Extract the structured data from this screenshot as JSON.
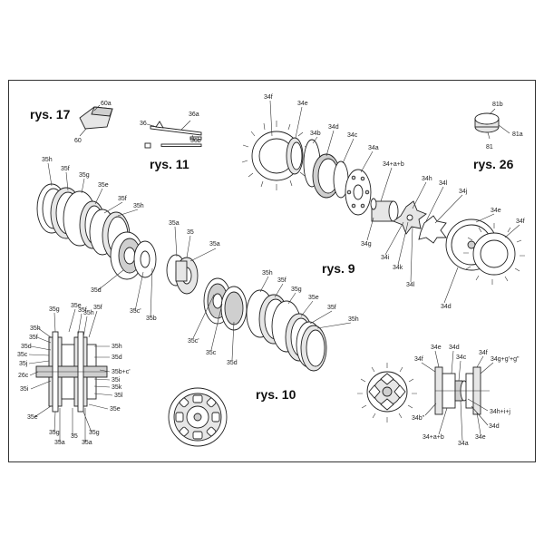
{
  "figures": {
    "rys17": "rys. 17",
    "rys11": "rys. 11",
    "rys26": "rys. 26",
    "rys9": "rys. 9",
    "rys10": "rys. 10"
  },
  "labels": {
    "l60a": "60a",
    "l60": "60",
    "l36": "36",
    "l36a": "36a",
    "l36b": "36b",
    "l81b": "81b",
    "l81a": "81a",
    "l81": "81",
    "l34f_top": "34f",
    "l34e_top": "34e",
    "l34b_top": "34b",
    "l34d_top": "34d",
    "l34c_top": "34c",
    "l34a_top": "34a",
    "l34ab_top": "34+a+b",
    "l34h": "34h",
    "l34l_top": "34l",
    "l34j": "34j",
    "l34e_r": "34e",
    "l34f_r": "34f",
    "l34g": "34g",
    "l34i": "34i",
    "l34k": "34k",
    "l34l_low": "34l",
    "l34d_low": "34d",
    "l35h_a": "35h",
    "l35f_a": "35f",
    "l35g_a": "35g",
    "l35e_a": "35e",
    "l35f_b": "35f",
    "l35h_b": "35h",
    "l35a_a": "35a",
    "l35": "35",
    "l35a_b": "35a",
    "l35d_a": "35d",
    "l35c_a": "35c'",
    "l35b_a": "35b",
    "l35h_c": "35h",
    "l35f_c": "35f",
    "l35g_c": "35g",
    "l35e_c": "35e",
    "l35f_d": "35f",
    "l35h_d": "35h",
    "l35c_b": "35c'",
    "l35c_c": "35c",
    "l35d_b": "35d",
    "ls35g": "35g",
    "ls35e": "35e",
    "ls35f": "35f",
    "ls35h": "35h",
    "ls35f2": "35f",
    "ls35h_l": "35h",
    "ls35f_l": "35f",
    "ls35d": "35d",
    "ls35c": "35c",
    "ls35j": "35j",
    "ls26c": "26c",
    "ls35i": "35i",
    "ls35h_r": "35h",
    "ls35d_r": "35d",
    "ls35bc": "35b+c'",
    "ls35i_r": "35i",
    "ls35k": "35k",
    "ls35l": "35l",
    "ls35e_r": "35e",
    "ls35e_b": "35e",
    "ls35g_b": "35g",
    "ls35a_b": "35a",
    "ls35_b": "35",
    "ls35g_b2": "35g",
    "ls35a_b2": "35a",
    "lr34e": "34e",
    "lr34d": "34d",
    "lr34f": "34f",
    "lr34g": "34g+g'+g\"",
    "lr34f_l": "34f",
    "lr34c": "34c",
    "lr34b": "34b\"",
    "lr34hij": "34h+i+j",
    "lr34d2": "34d",
    "lr34ab": "34+a+b",
    "lr34a": "34a",
    "lr34e2": "34e"
  }
}
